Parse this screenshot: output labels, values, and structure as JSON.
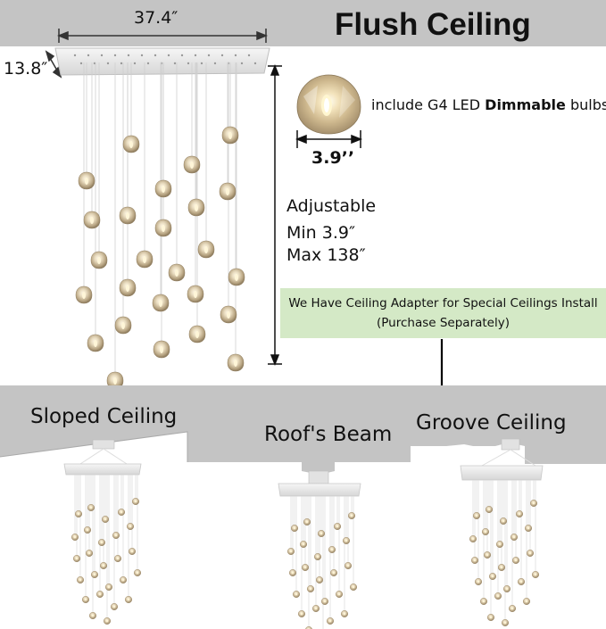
{
  "header": {
    "title": "Flush Ceiling"
  },
  "dimensions": {
    "width": "37.4″",
    "depth": "13.8″"
  },
  "bulb": {
    "note_prefix": "include G4 LED ",
    "note_bold": "Dimmable",
    "note_suffix": " bulbs",
    "diameter": "3.9’’"
  },
  "adjustable": {
    "heading": "Adjustable",
    "min": "Min 3.9″",
    "max": "Max 138″"
  },
  "adapter": {
    "line1": "We Have Ceiling Adapter for Special Ceilings Install",
    "line2": "(Purchase Separately)"
  },
  "ceilings": {
    "sloped": "Sloped Ceiling",
    "beam": "Roof's Beam",
    "groove": "Groove Ceiling"
  },
  "colors": {
    "ceiling_gray": "#c4c4c4",
    "adapter_green": "#d4e9c6",
    "canopy_silver": "#e8e8e8",
    "crystal_gold": "#d9c9a3"
  }
}
